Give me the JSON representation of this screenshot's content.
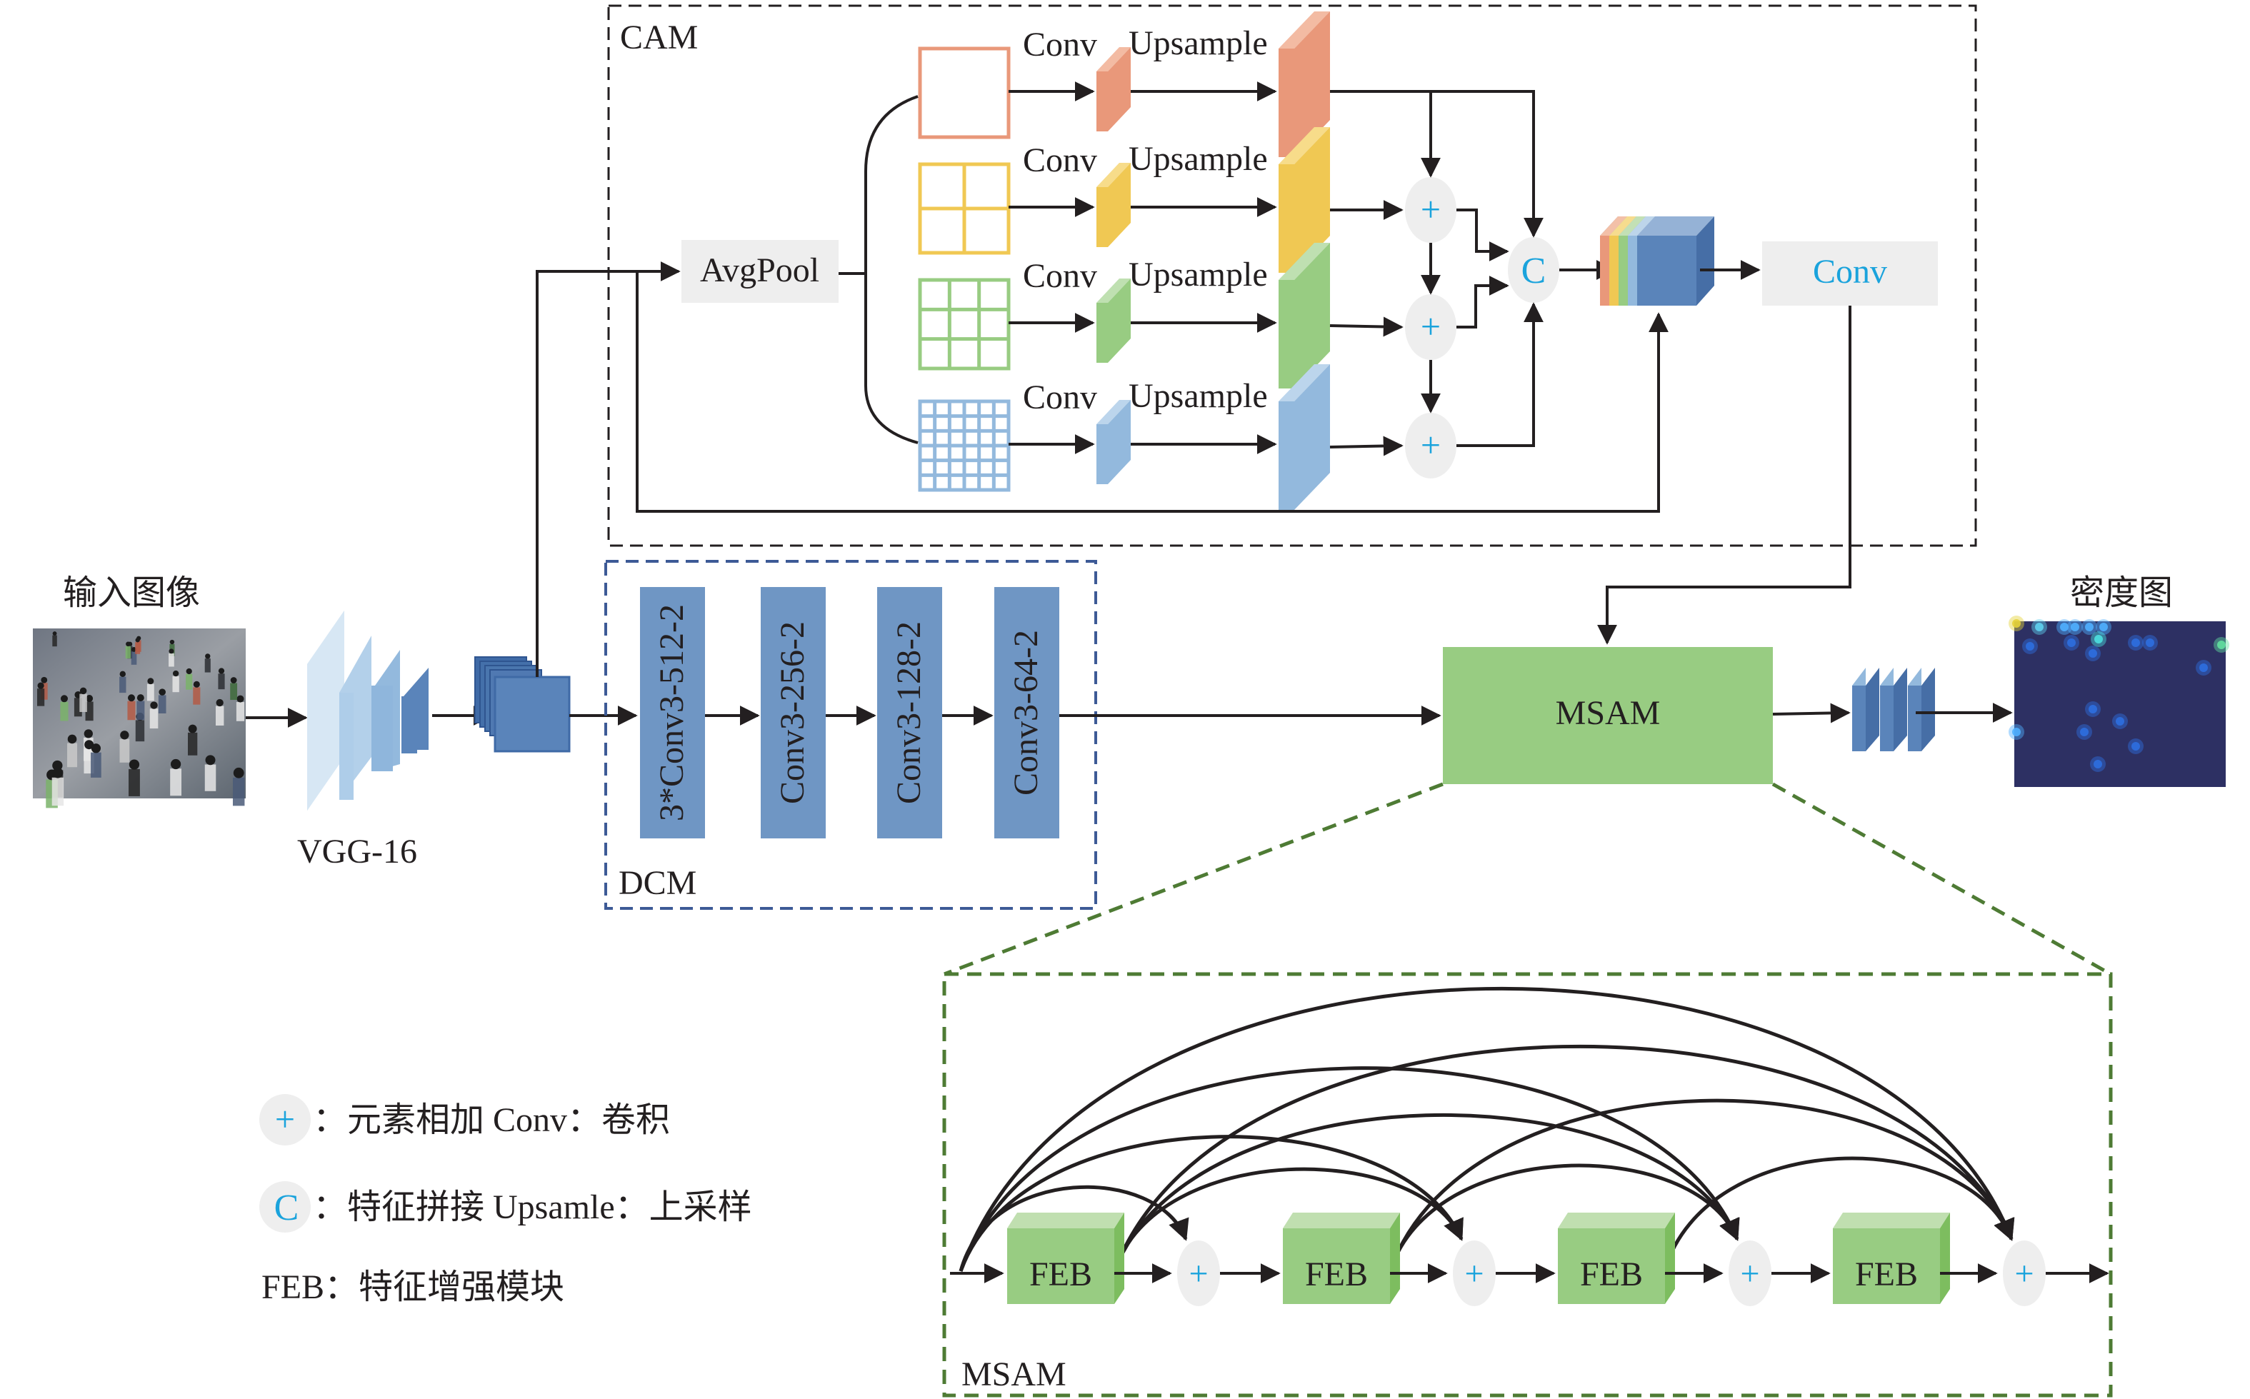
{
  "colors": {
    "orange": "#e9987a",
    "yellow": "#f0c853",
    "green": "#98cc82",
    "light_blue": "#93b9dd",
    "blue": "#5a84ba",
    "dark_blue": "#466ea6",
    "node_gray": "#eeeeee",
    "accent_text": "#1aa3dc",
    "dcm_border": "#3d5a96",
    "msam_border": "#4e7b34",
    "density_bg": "#2d3063"
  },
  "input": {
    "label": "输入图像",
    "icon": "crowd-photo"
  },
  "backbone": {
    "label": "VGG-16"
  },
  "cam": {
    "title": "CAM",
    "avgpool_label": "AvgPool",
    "branches": [
      {
        "grid": 1,
        "conv_label": "Conv",
        "upsample_label": "Upsample",
        "color": "orange"
      },
      {
        "grid": 2,
        "conv_label": "Conv",
        "upsample_label": "Upsample",
        "color": "yellow"
      },
      {
        "grid": 3,
        "conv_label": "Conv",
        "upsample_label": "Upsample",
        "color": "green"
      },
      {
        "grid": 6,
        "conv_label": "Conv",
        "upsample_label": "Upsample",
        "color": "light_blue"
      }
    ],
    "add_symbol": "+",
    "concat_symbol": "C",
    "output_conv_label": "Conv"
  },
  "dcm": {
    "title": "DCM",
    "layers": [
      "3*Conv3-512-2",
      "Conv3-256-2",
      "Conv3-128-2",
      "Conv3-64-2"
    ]
  },
  "msam": {
    "label": "MSAM",
    "detail_title": "MSAM",
    "feb_label": "FEB",
    "feb_count": 4,
    "add_symbol": "+"
  },
  "output": {
    "label": "密度图",
    "icon": "density-map"
  },
  "legend": [
    {
      "symbol": "+",
      "text": "：元素相加   Conv：卷积"
    },
    {
      "symbol": "C",
      "text": "：特征拼接   Upsamle：上采样"
    },
    {
      "symbol": "",
      "text": "FEB：特征增强模块"
    }
  ]
}
